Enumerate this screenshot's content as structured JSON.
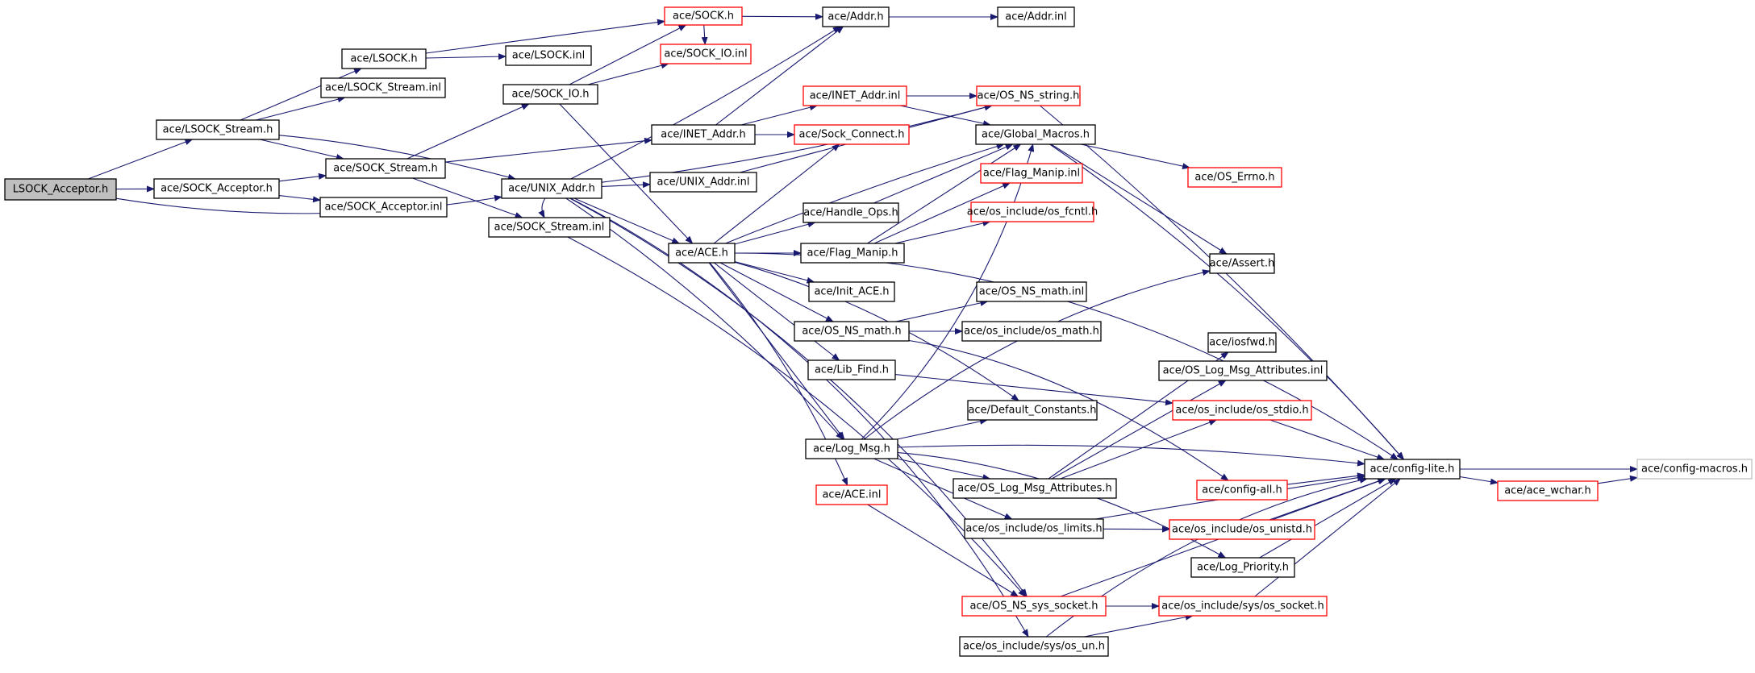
{
  "colors": {
    "edge": "#191970",
    "border_default": "#000000",
    "border_missing": "#ff0000",
    "border_external": "#bfbfbf",
    "fill_root": "#bfbfbf",
    "fill_default": "#ffffff"
  },
  "nodes": [
    {
      "id": "n1",
      "label": "LSOCK_Acceptor.h",
      "style": "root"
    },
    {
      "id": "n2",
      "label": "ace/LSOCK_Stream.h",
      "style": "default"
    },
    {
      "id": "n3",
      "label": "ace/SOCK_Acceptor.h",
      "style": "default"
    },
    {
      "id": "n4",
      "label": "ace/UNIX_Addr.h",
      "style": "default"
    },
    {
      "id": "n5",
      "label": "ace/LSOCK.h",
      "style": "default"
    },
    {
      "id": "n6",
      "label": "ace/LSOCK_Stream.inl",
      "style": "default"
    },
    {
      "id": "n7",
      "label": "ace/SOCK_Stream.h",
      "style": "default"
    },
    {
      "id": "n8",
      "label": "ace/SOCK_Acceptor.inl",
      "style": "default"
    },
    {
      "id": "n9",
      "label": "ace/SOCK_Stream.inl",
      "style": "default"
    },
    {
      "id": "n10",
      "label": "ace/SOCK.h",
      "style": "missing"
    },
    {
      "id": "n11",
      "label": "ace/LSOCK.inl",
      "style": "default"
    },
    {
      "id": "n12",
      "label": "ace/SOCK_IO.h",
      "style": "default"
    },
    {
      "id": "n13",
      "label": "ace/SOCK_IO.inl",
      "style": "missing"
    },
    {
      "id": "n14",
      "label": "ace/Addr.h",
      "style": "default"
    },
    {
      "id": "n15",
      "label": "ace/Addr.inl",
      "style": "default"
    },
    {
      "id": "n16",
      "label": "ace/INET_Addr.h",
      "style": "default"
    },
    {
      "id": "n17",
      "label": "ace/INET_Addr.inl",
      "style": "missing"
    },
    {
      "id": "n18",
      "label": "ace/Sock_Connect.h",
      "style": "missing"
    },
    {
      "id": "n19",
      "label": "ace/OS_NS_string.h",
      "style": "missing"
    },
    {
      "id": "n20",
      "label": "ace/Global_Macros.h",
      "style": "default"
    },
    {
      "id": "n21",
      "label": "ace/UNIX_Addr.inl",
      "style": "default"
    },
    {
      "id": "n22",
      "label": "ace/ACE.h",
      "style": "default"
    },
    {
      "id": "n23",
      "label": "ace/Handle_Ops.h",
      "style": "default"
    },
    {
      "id": "n24",
      "label": "ace/Flag_Manip.h",
      "style": "default"
    },
    {
      "id": "n25",
      "label": "ace/Init_ACE.h",
      "style": "default"
    },
    {
      "id": "n26",
      "label": "ace/OS_NS_math.h",
      "style": "default"
    },
    {
      "id": "n27",
      "label": "ace/Lib_Find.h",
      "style": "default"
    },
    {
      "id": "n28",
      "label": "ace/Log_Msg.h",
      "style": "default"
    },
    {
      "id": "n29",
      "label": "ace/ACE.inl",
      "style": "missing"
    },
    {
      "id": "n30",
      "label": "ace/Flag_Manip.inl",
      "style": "missing"
    },
    {
      "id": "n31",
      "label": "ace/os_include/os_fcntl.h",
      "style": "missing"
    },
    {
      "id": "n32",
      "label": "ace/OS_NS_math.inl",
      "style": "default"
    },
    {
      "id": "n33",
      "label": "ace/os_include/os_math.h",
      "style": "default"
    },
    {
      "id": "n34",
      "label": "ace/Default_Constants.h",
      "style": "default"
    },
    {
      "id": "n35",
      "label": "ace/OS_Log_Msg_Attributes.h",
      "style": "default"
    },
    {
      "id": "n36",
      "label": "ace/os_include/os_limits.h",
      "style": "default"
    },
    {
      "id": "n37",
      "label": "ace/OS_NS_sys_socket.h",
      "style": "missing"
    },
    {
      "id": "n38",
      "label": "ace/os_include/sys/os_un.h",
      "style": "default"
    },
    {
      "id": "n39",
      "label": "ace/OS_Errno.h",
      "style": "missing"
    },
    {
      "id": "n40",
      "label": "ace/Assert.h",
      "style": "default"
    },
    {
      "id": "n41",
      "label": "ace/iosfwd.h",
      "style": "default"
    },
    {
      "id": "n42",
      "label": "ace/OS_Log_Msg_Attributes.inl",
      "style": "default"
    },
    {
      "id": "n43",
      "label": "ace/os_include/os_stdio.h",
      "style": "missing"
    },
    {
      "id": "n44",
      "label": "ace/config-all.h",
      "style": "missing"
    },
    {
      "id": "n45",
      "label": "ace/os_include/os_unistd.h",
      "style": "missing"
    },
    {
      "id": "n46",
      "label": "ace/Log_Priority.h",
      "style": "default"
    },
    {
      "id": "n47",
      "label": "ace/os_include/sys/os_socket.h",
      "style": "missing"
    },
    {
      "id": "n48",
      "label": "ace/config-lite.h",
      "style": "default"
    },
    {
      "id": "n49",
      "label": "ace/ace_wchar.h",
      "style": "missing"
    },
    {
      "id": "n50",
      "label": "ace/config-macros.h",
      "style": "external"
    }
  ],
  "edges": [
    [
      "n1",
      "n2"
    ],
    [
      "n1",
      "n3"
    ],
    [
      "n1",
      "n4"
    ],
    [
      "n2",
      "n5"
    ],
    [
      "n2",
      "n6"
    ],
    [
      "n2",
      "n7"
    ],
    [
      "n2",
      "n4"
    ],
    [
      "n3",
      "n7"
    ],
    [
      "n3",
      "n8"
    ],
    [
      "n5",
      "n10"
    ],
    [
      "n5",
      "n11"
    ],
    [
      "n7",
      "n12"
    ],
    [
      "n7",
      "n16"
    ],
    [
      "n7",
      "n9"
    ],
    [
      "n4",
      "n14"
    ],
    [
      "n4",
      "n21"
    ],
    [
      "n4",
      "n22"
    ],
    [
      "n4",
      "n19"
    ],
    [
      "n4",
      "n9"
    ],
    [
      "n4",
      "n28"
    ],
    [
      "n4",
      "n37"
    ],
    [
      "n4",
      "n38"
    ],
    [
      "n9",
      "n37"
    ],
    [
      "n10",
      "n14"
    ],
    [
      "n10",
      "n13"
    ],
    [
      "n12",
      "n10"
    ],
    [
      "n12",
      "n13"
    ],
    [
      "n12",
      "n22"
    ],
    [
      "n14",
      "n15"
    ],
    [
      "n16",
      "n14"
    ],
    [
      "n16",
      "n17"
    ],
    [
      "n16",
      "n18"
    ],
    [
      "n17",
      "n19"
    ],
    [
      "n17",
      "n20"
    ],
    [
      "n21",
      "n19"
    ],
    [
      "n22",
      "n18"
    ],
    [
      "n22",
      "n23"
    ],
    [
      "n22",
      "n24"
    ],
    [
      "n22",
      "n25"
    ],
    [
      "n22",
      "n26"
    ],
    [
      "n22",
      "n27"
    ],
    [
      "n22",
      "n28"
    ],
    [
      "n22",
      "n29"
    ],
    [
      "n22",
      "n34"
    ],
    [
      "n22",
      "n20"
    ],
    [
      "n22",
      "n48"
    ],
    [
      "n23",
      "n20"
    ],
    [
      "n24",
      "n20"
    ],
    [
      "n24",
      "n30"
    ],
    [
      "n24",
      "n31"
    ],
    [
      "n26",
      "n32"
    ],
    [
      "n26",
      "n33"
    ],
    [
      "n26",
      "n44"
    ],
    [
      "n27",
      "n43"
    ],
    [
      "n28",
      "n20"
    ],
    [
      "n28",
      "n34"
    ],
    [
      "n28",
      "n35"
    ],
    [
      "n28",
      "n36"
    ],
    [
      "n28",
      "n46"
    ],
    [
      "n28",
      "n40"
    ],
    [
      "n28",
      "n48"
    ],
    [
      "n29",
      "n37"
    ],
    [
      "n35",
      "n41"
    ],
    [
      "n35",
      "n42"
    ],
    [
      "n35",
      "n43"
    ],
    [
      "n36",
      "n45"
    ],
    [
      "n36",
      "n48"
    ],
    [
      "n37",
      "n47"
    ],
    [
      "n37",
      "n48"
    ],
    [
      "n38",
      "n47"
    ],
    [
      "n38",
      "n48"
    ],
    [
      "n19",
      "n48"
    ],
    [
      "n20",
      "n39"
    ],
    [
      "n20",
      "n40"
    ],
    [
      "n20",
      "n48"
    ],
    [
      "n43",
      "n48"
    ],
    [
      "n44",
      "n48"
    ],
    [
      "n45",
      "n48"
    ],
    [
      "n46",
      "n48"
    ],
    [
      "n47",
      "n48"
    ],
    [
      "n48",
      "n49"
    ],
    [
      "n48",
      "n50"
    ],
    [
      "n49",
      "n50"
    ]
  ]
}
